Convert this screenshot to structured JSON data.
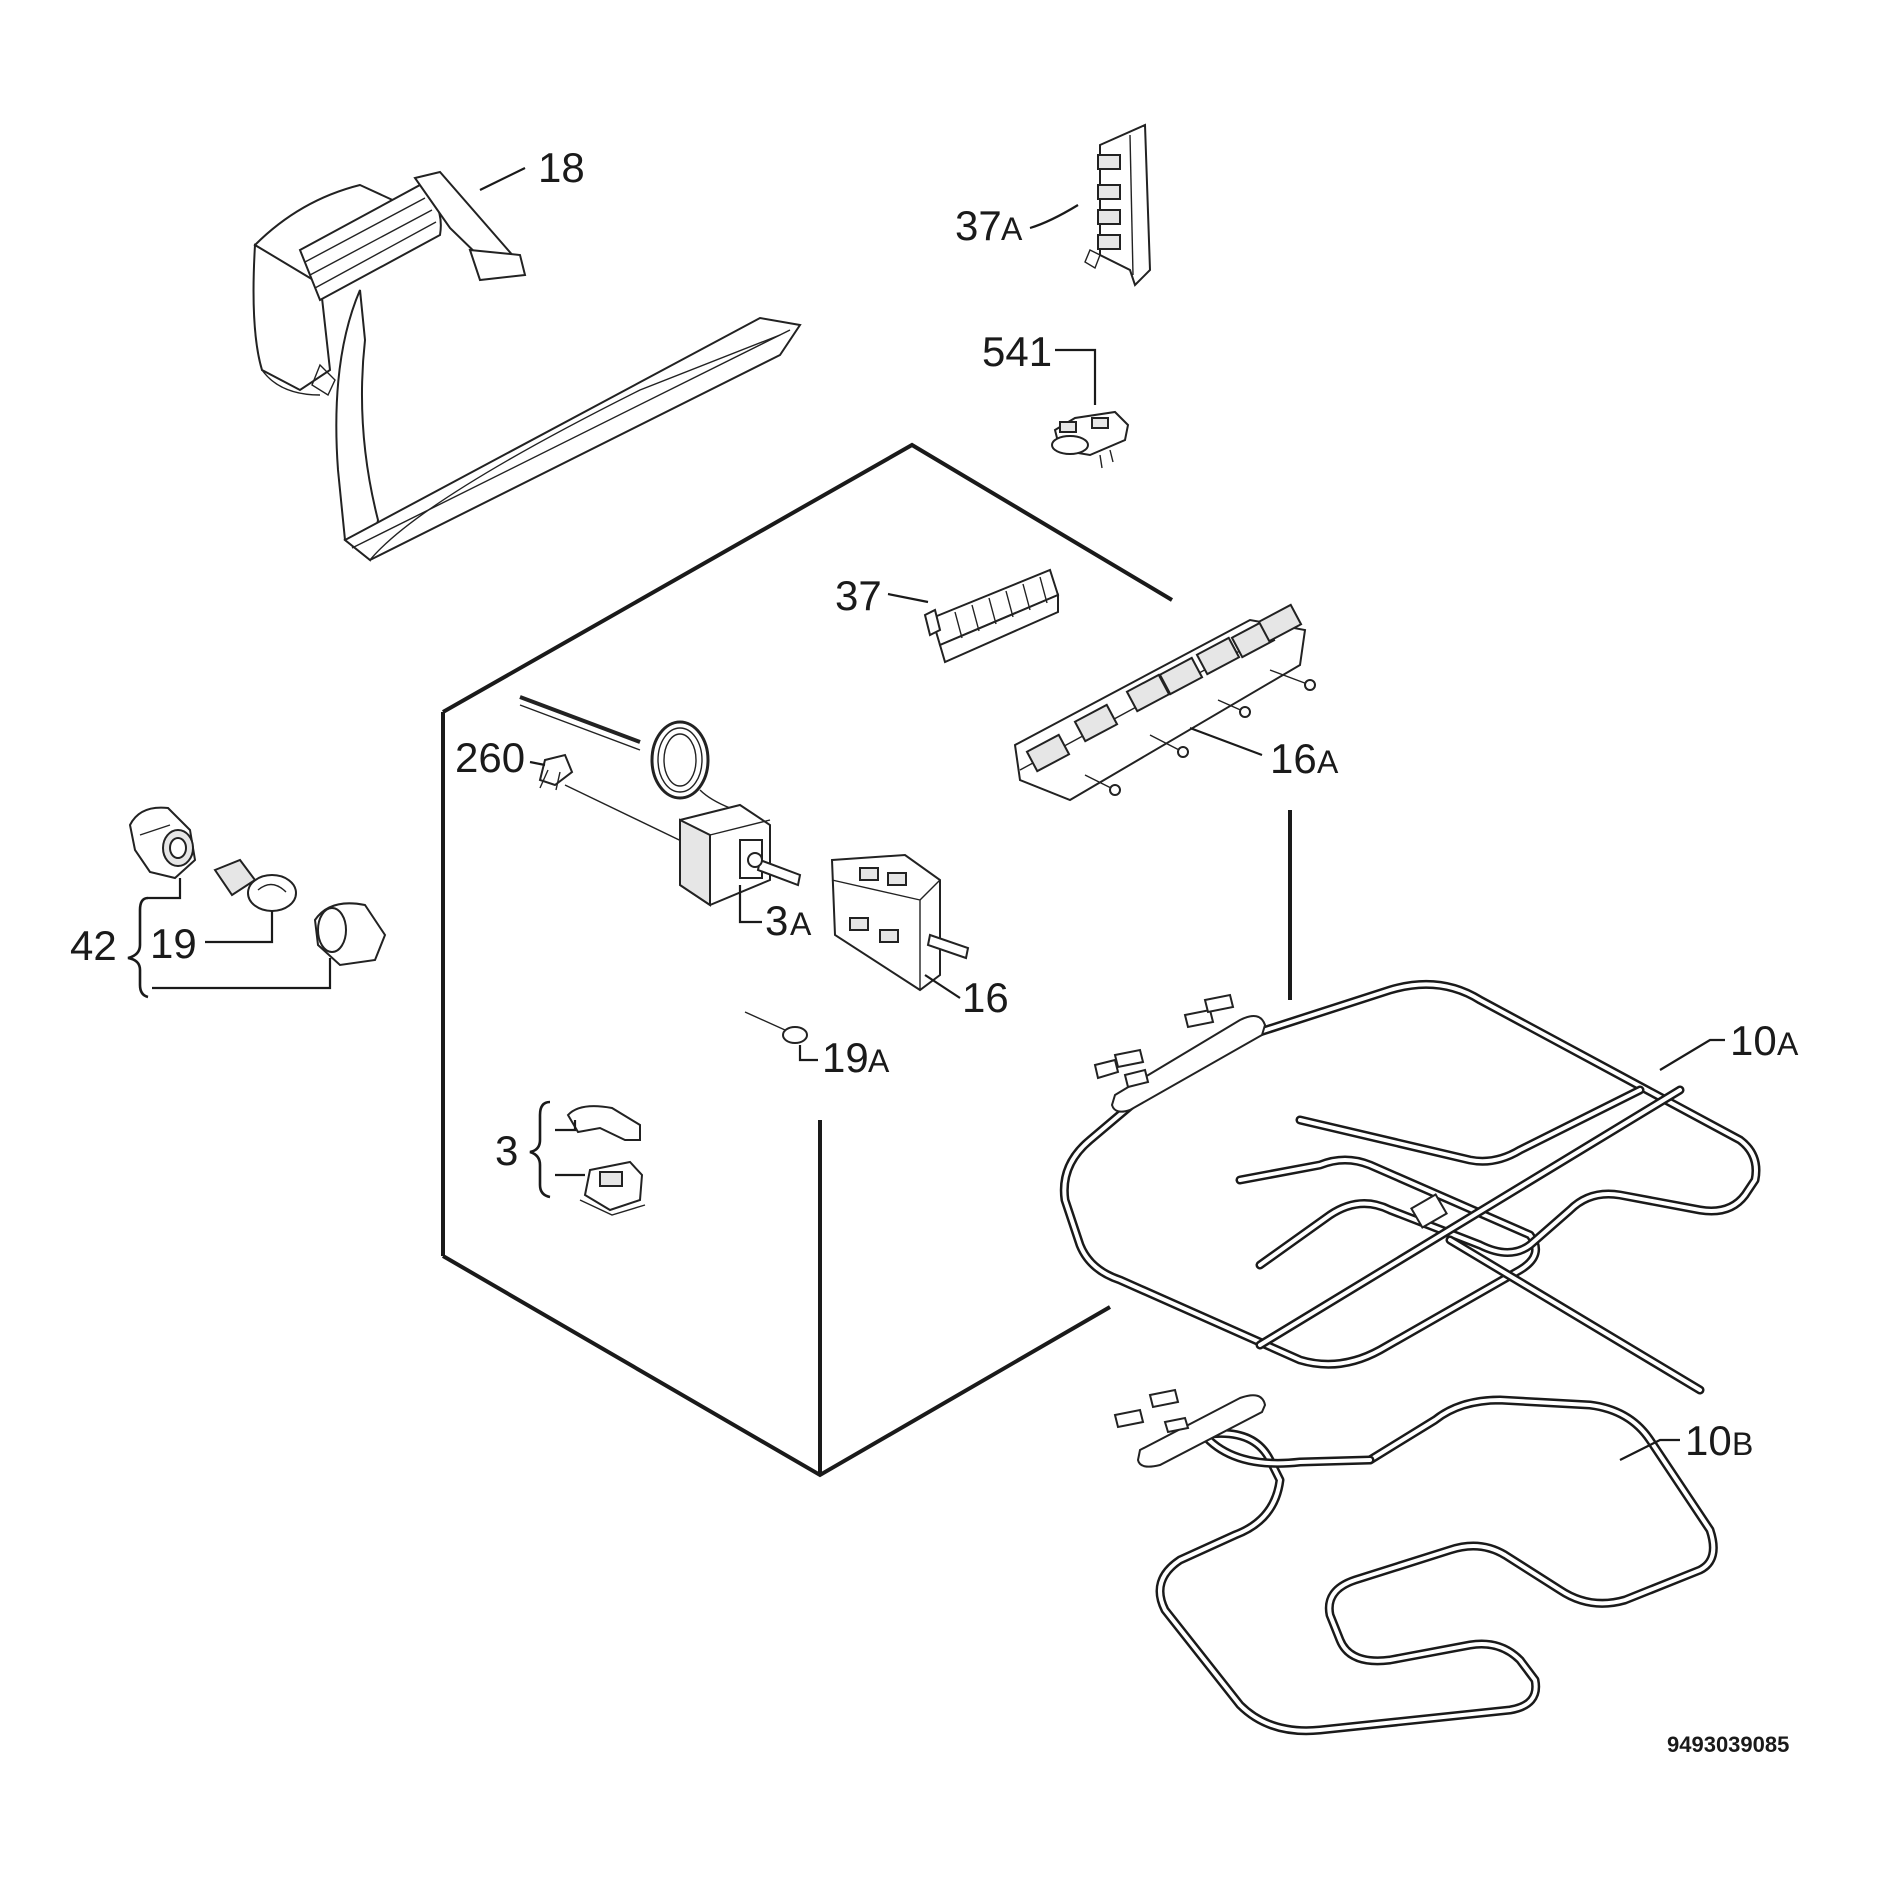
{
  "diagram": {
    "catalog_number": "9493039085",
    "labels": {
      "p18": "18",
      "p37a_num": "37",
      "p37a_suf": "A",
      "p541": "541",
      "p37": "37",
      "p16a_num": "16",
      "p16a_suf": "A",
      "p260": "260",
      "p3a_num": "3",
      "p3a_suf": "A",
      "p16": "16",
      "p19a_num": "19",
      "p19a_suf": "A",
      "p42": "42",
      "p19": "19",
      "p3": "3",
      "p10a_num": "10",
      "p10a_suf": "A",
      "p10b_num": "10",
      "p10b_suf": "B"
    }
  }
}
